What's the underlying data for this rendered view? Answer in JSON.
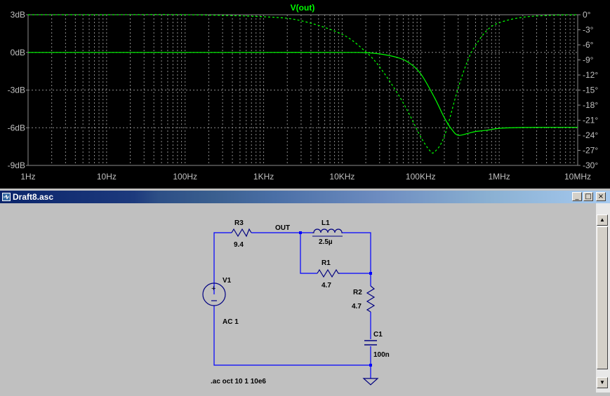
{
  "plot": {
    "trace_name": "V(out)",
    "x_ticks": [
      "1Hz",
      "10Hz",
      "100Hz",
      "1KHz",
      "10KHz",
      "100KHz",
      "1MHz",
      "10MHz"
    ],
    "y_left_ticks": [
      "3dB",
      "0dB",
      "-3dB",
      "-6dB",
      "-9dB"
    ],
    "y_right_ticks": [
      "0°",
      "-3°",
      "-6°",
      "-9°",
      "-12°",
      "-15°",
      "-18°",
      "-21°",
      "-24°",
      "-27°",
      "-30°"
    ],
    "colors": {
      "background": "#000000",
      "grid": "#8c8c8c",
      "trace": "#00ff00",
      "axis_text": "#c0c0c0"
    }
  },
  "chart_data": {
    "type": "line",
    "title": "V(out)",
    "x_scale": "log",
    "xlim": [
      1,
      10000000
    ],
    "y_left": {
      "label_unit": "dB",
      "ylim": [
        -9,
        3
      ]
    },
    "y_right": {
      "label_unit": "degrees",
      "ylim": [
        -30,
        0
      ]
    },
    "series": [
      {
        "name": "V(out)",
        "style": "solid",
        "axis": "left",
        "x": [
          1,
          10,
          100,
          1000,
          10000,
          20000,
          30000,
          50000,
          70000,
          100000,
          150000,
          200000,
          250000,
          300000,
          400000,
          500000,
          700000,
          1000000,
          2000000,
          5000000,
          10000000
        ],
        "values": [
          0,
          0,
          0,
          0,
          0,
          -0.02,
          -0.12,
          -0.4,
          -0.8,
          -1.7,
          -3.6,
          -5.2,
          -6.15,
          -6.6,
          -6.45,
          -6.3,
          -6.2,
          -6.05,
          -5.98,
          -5.97,
          -5.97
        ]
      },
      {
        "name": "V(out) phase",
        "style": "dashed",
        "axis": "right",
        "x": [
          1,
          10,
          100,
          1000,
          3000,
          10000,
          20000,
          30000,
          50000,
          70000,
          100000,
          130000,
          150000,
          200000,
          300000,
          400000,
          500000,
          700000,
          1000000,
          2000000,
          5000000,
          10000000
        ],
        "values": [
          0,
          0,
          0,
          -0.4,
          -1.2,
          -3.9,
          -7.4,
          -10.4,
          -15.5,
          -19.5,
          -24.3,
          -27.0,
          -27.3,
          -24.2,
          -14.6,
          -9.0,
          -6.1,
          -3.1,
          -1.6,
          -0.5,
          -0.1,
          0
        ]
      }
    ]
  },
  "window": {
    "title": "Draft8.asc",
    "min_label": "_",
    "max_label": "□",
    "close_label": "×"
  },
  "schematic": {
    "R3": {
      "name": "R3",
      "value": "9.4"
    },
    "L1": {
      "name": "L1",
      "value": "2.5µ"
    },
    "R1": {
      "name": "R1",
      "value": "4.7"
    },
    "R2": {
      "name": "R2",
      "value": "4.7"
    },
    "C1": {
      "name": "C1",
      "value": "100n"
    },
    "V1": {
      "name": "V1",
      "value": "AC 1"
    },
    "net_out": "OUT",
    "directive": ".ac oct 10 1 10e6",
    "wire_color": "#0000ff",
    "component_color": "#000080"
  },
  "scrollbar": {
    "up_arrow": "▲",
    "down_arrow": "▼"
  }
}
